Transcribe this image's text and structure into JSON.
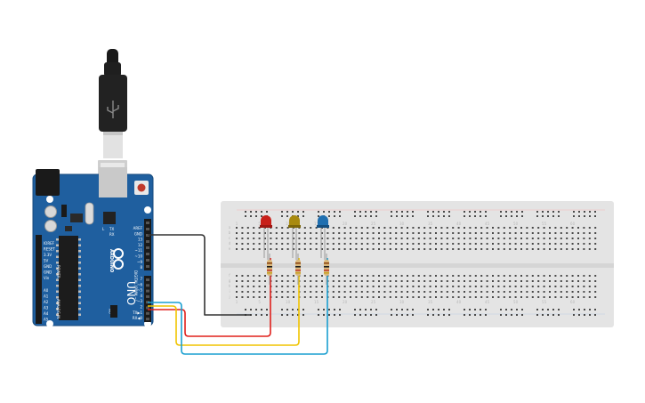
{
  "board": {
    "brand_logo": "arduino-infinity-logo",
    "brand_text": "ARDUINO",
    "model_text": "UNO",
    "label_power": "POWER",
    "label_analog": "ANALOG IN",
    "label_digital": "DIGITAL (PWM ~)",
    "label_tx": "TX",
    "label_rx": "RX",
    "label_l": "L",
    "label_on": "ON",
    "power_pins": [
      "IOREF",
      "RESET",
      "3.3V",
      "5V",
      "GND",
      "GND",
      "Vin"
    ],
    "analog_pins": [
      "A0",
      "A1",
      "A2",
      "A3",
      "A4",
      "A5"
    ],
    "digital_top": [
      "AREF",
      "GND",
      "13",
      "12",
      "~11",
      "~10",
      "~9",
      "8"
    ],
    "digital_bottom": [
      "7",
      "~6",
      "~5",
      "4",
      "~3",
      "2",
      "TX▶1",
      "RX◀0"
    ]
  },
  "breadboard": {
    "column_numbers": [
      "1",
      "5",
      "10",
      "15",
      "20",
      "25",
      "30",
      "35",
      "40",
      "45",
      "50",
      "55",
      "60"
    ],
    "row_letters_top": [
      "a",
      "b",
      "c",
      "d",
      "e"
    ],
    "row_letters_bottom": [
      "f",
      "g",
      "h",
      "i",
      "j"
    ]
  },
  "components": {
    "leds": [
      {
        "name": "led-red",
        "color": "#c8201a"
      },
      {
        "name": "led-yellow",
        "color": "#a88a10"
      },
      {
        "name": "led-blue",
        "color": "#1f6fb0"
      }
    ],
    "wires": [
      {
        "name": "wire-gnd",
        "color": "#333333"
      },
      {
        "name": "wire-red",
        "color": "#e0201c"
      },
      {
        "name": "wire-yellow",
        "color": "#f0c400"
      },
      {
        "name": "wire-blue",
        "color": "#1a9fd0"
      }
    ]
  },
  "colors": {
    "board": "#1f5f9f",
    "breadboard": "#e4e4e4",
    "usb": "#222222"
  }
}
